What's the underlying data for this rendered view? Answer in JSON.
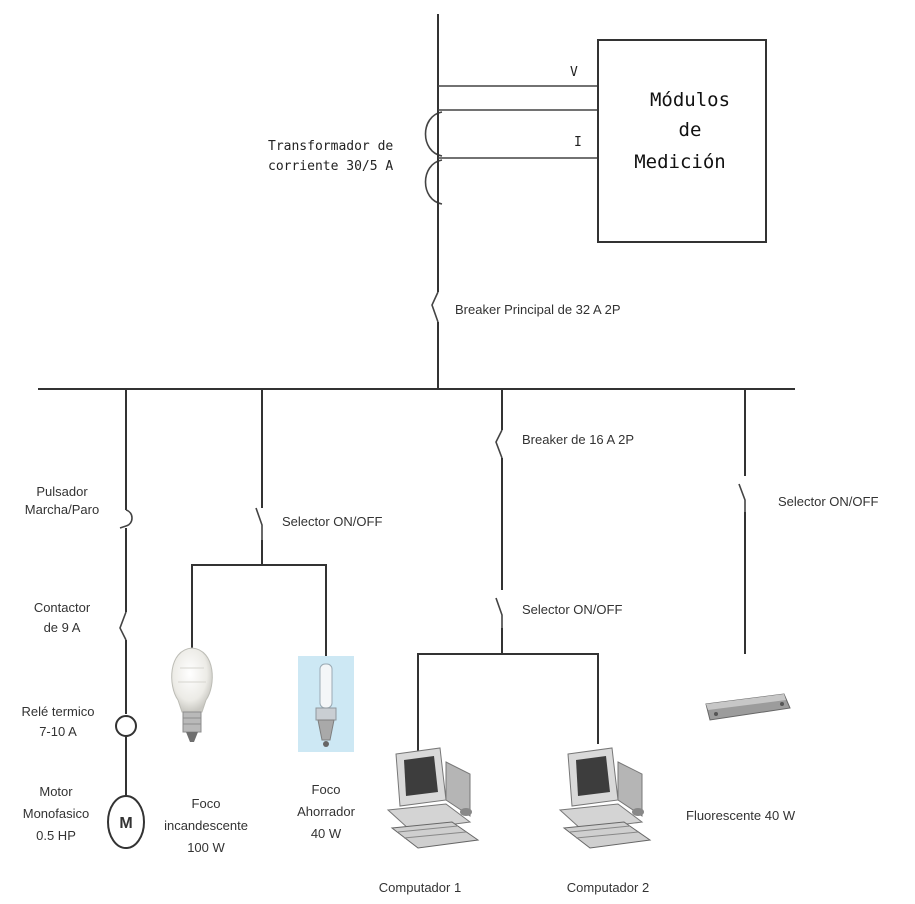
{
  "measurement_module": {
    "title_lines": [
      "Módulos",
      "de",
      "Medición"
    ],
    "voltage_label": "V",
    "current_label": "I"
  },
  "transformer": {
    "label_lines": [
      "Transformador de",
      "corriente 30/5 A"
    ]
  },
  "main_breaker": {
    "label": "Breaker Principal de 32 A 2P"
  },
  "motor_branch": {
    "pushbutton_lines": [
      "Pulsador",
      "Marcha/Paro"
    ],
    "contactor_lines": [
      "Contactor",
      "de 9 A"
    ],
    "relay_lines": [
      "Relé termico",
      "7-10 A"
    ],
    "motor_lines": [
      "Motor",
      "Monofasico",
      "0.5 HP"
    ],
    "motor_symbol": "M"
  },
  "lamp_branch": {
    "selector_label": "Selector ON/OFF",
    "incandescent_lines": [
      "Foco",
      "incandescente",
      "100 W"
    ],
    "saver_lines": [
      "Foco",
      "Ahorrador",
      "40 W"
    ]
  },
  "computer_branch": {
    "breaker_label": "Breaker de 16 A 2P",
    "selector_label": "Selector  ON/OFF",
    "computer1": "Computador 1",
    "computer2": "Computador 2"
  },
  "fluorescent_branch": {
    "selector_label": "Selector ON/OFF",
    "fluorescent_label": "Fluorescente 40 W"
  }
}
